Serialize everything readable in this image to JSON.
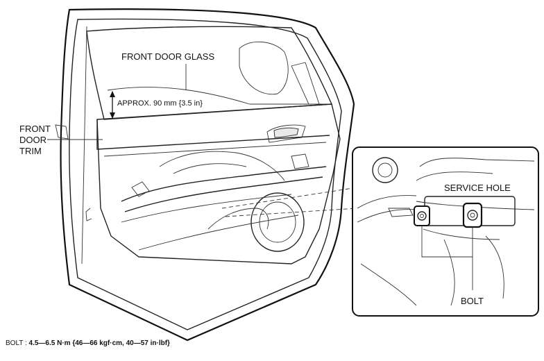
{
  "labels": {
    "front_door_glass": "FRONT DOOR GLASS",
    "approx_height": "APPROX. 90 mm {3.5 in}",
    "front_door_trim_line1": "FRONT",
    "front_door_trim_line2": "DOOR",
    "front_door_trim_line3": "TRIM",
    "service_hole": "SERVICE HOLE",
    "bolt": "BOLT"
  },
  "spec": {
    "label": "BOLT : ",
    "value": "4.5—6.5 N·m {46—66 kgf·cm, 40—57 in·lbf}"
  }
}
